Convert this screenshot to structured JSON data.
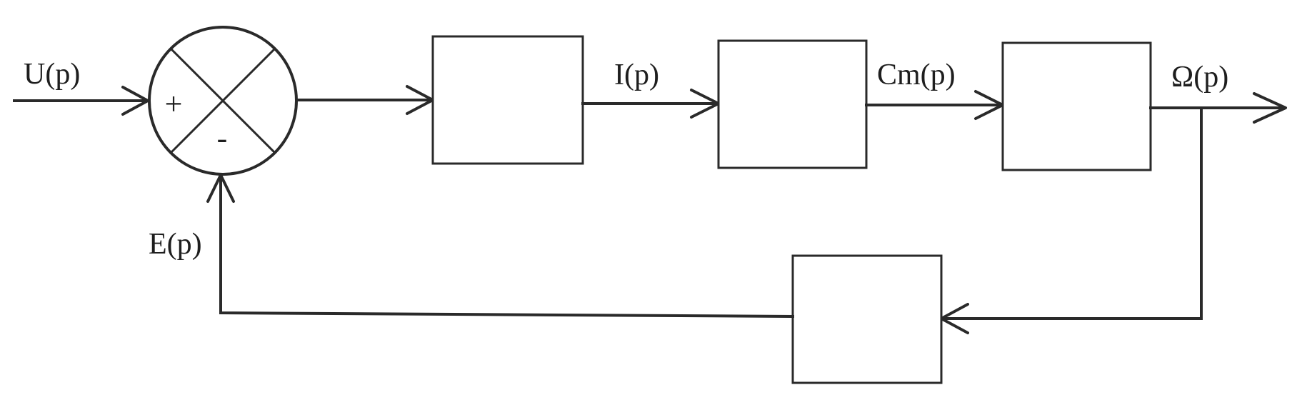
{
  "signals": {
    "input": "U(p)",
    "current": "I(p)",
    "torque": "Cm(p)",
    "output": "Ω(p)",
    "feedback": "E(p)"
  },
  "summing_junction": {
    "plus_sign": "+",
    "minus_sign": "-"
  }
}
